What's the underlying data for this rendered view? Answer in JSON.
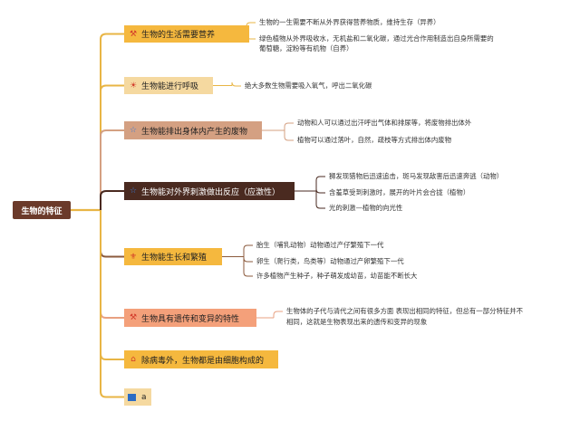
{
  "colors": {
    "line_gold": "#e8b545",
    "line_brown": "#8b5a3c",
    "line_dark": "#4a2a20",
    "line_salmon": "#e8a080",
    "line_peach": "#d4a082",
    "root_fill": "#6b3a2a"
  },
  "root": {
    "label": "生物的特征"
  },
  "branches": [
    {
      "label": "生物的生活需要营养",
      "icon": "tools-icon",
      "icon_glyph": "⚒",
      "fill": "#f5b83e",
      "text_color": "#222",
      "leaves": [
        "生物的一生需要不断从外界获得营养物质，维持生存（异养）",
        "绿色植物从外界吸收水，无机盐和二氧化碳，通过光合作用制造出自身所需要的",
        "葡萄糖，淀粉等有机物（自养）"
      ]
    },
    {
      "label": "生物能进行呼吸",
      "icon": "sun-icon",
      "icon_glyph": "☀",
      "fill": "#f5d9a0",
      "text_color": "#222",
      "leaves": [
        "绝大多数生物需要吸入氧气，呼出二氧化碳"
      ]
    },
    {
      "label": "生物能排出身体内产生的废物",
      "icon": "star-icon",
      "icon_glyph": "☆",
      "fill": "#d4a082",
      "text_color": "#222",
      "leaves": [
        "动物和人可以通过出汗呼出气体和排尿等，将废物排出体外",
        "植物可以通过落叶，自然，疏枝等方式排出体内废物"
      ]
    },
    {
      "label": "生物能对外界刺激做出反应（应激性）",
      "icon": "star-icon",
      "icon_glyph": "☆",
      "fill": "#4a2a20",
      "text_color": "#ffffff",
      "leaves": [
        "狮发现猎物后迅速追击，斑马发现敌害后迅速奔逃（动物）",
        "含羞草受到刺激时，展开的叶片会合拢（植物）",
        "光的刺激—植物的向光性"
      ]
    },
    {
      "label": "生物能生长和繁殖",
      "icon": "medal-icon",
      "icon_glyph": "⚜",
      "fill": "#f5b83e",
      "text_color": "#222",
      "leaves": [
        "胎生（哺乳动物）动物通过产仔繁殖下一代",
        "卵生（爬行类，鸟类等）动物通过产卵繁殖下一代",
        "许多植物产生种子，种子萌发成幼苗，幼苗能不断长大"
      ]
    },
    {
      "label": "生物具有遗传和变异的特性",
      "icon": "tools-icon",
      "icon_glyph": "⚒",
      "fill": "#f4a07a",
      "text_color": "#222",
      "leaves": [
        "生物体的子代与清代之间有很多方面 表现出相同的特征，但总有一部分特征并不",
        "相同，这就是生物表现出来的遗传和变异的现象"
      ]
    },
    {
      "label": "除病毒外，生物都是由细胞构成的",
      "icon": "home-icon",
      "icon_glyph": "⌂",
      "fill": "#f5b83e",
      "text_color": "#222",
      "leaves": []
    },
    {
      "label": "a",
      "icon": "flag-icon",
      "icon_glyph": "",
      "fill": "#f5d9a0",
      "text_color": "#222",
      "leaves": []
    }
  ]
}
